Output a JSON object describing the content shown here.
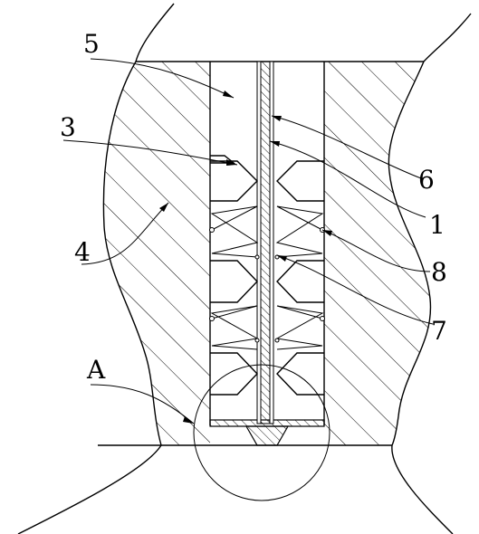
{
  "labels": {
    "l5": "5",
    "l3": "3",
    "l4": "4",
    "l6": "6",
    "l1": "1",
    "l8": "8",
    "l7": "7",
    "lA": "A"
  }
}
